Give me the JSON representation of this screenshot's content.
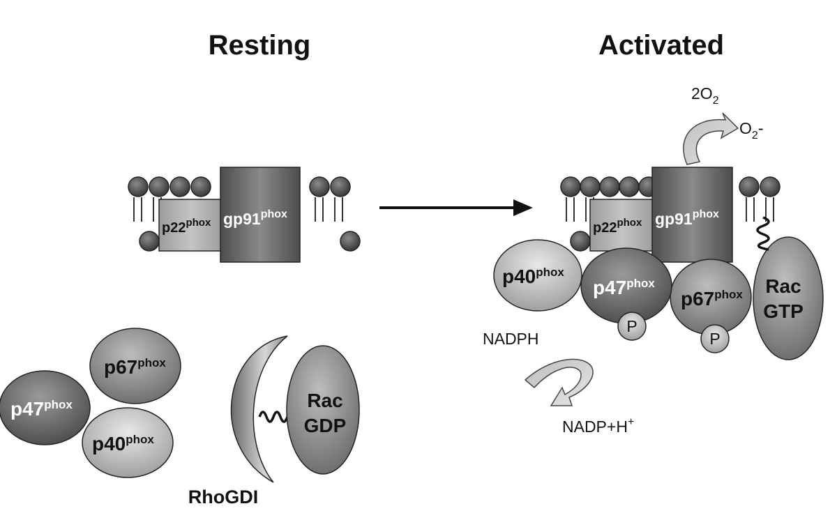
{
  "titles": {
    "left": "Resting",
    "right": "Activated"
  },
  "proteins": {
    "p22": "p22",
    "gp91": "gp91",
    "p47": "p47",
    "p67": "p67",
    "p40": "p40",
    "phox": "phox"
  },
  "rac": {
    "name": "Rac",
    "gdp": "GDP",
    "gtp": "GTP"
  },
  "rhogdi": "RhoGDI",
  "phospho": "P",
  "reaction": {
    "o2_coef": "2O",
    "o2_sub": "2",
    "superoxide": "O",
    "superoxide_sub": "2",
    "superoxide_charge": "-",
    "nadph": "NADPH",
    "nadp": "NADP+H",
    "nadp_sup": "+"
  },
  "colors": {
    "dark": "#5a5a5a",
    "mid": "#8e8e8e",
    "light": "#c8c8c8",
    "lipid": "#4a4a4a",
    "outline": "#222222"
  }
}
